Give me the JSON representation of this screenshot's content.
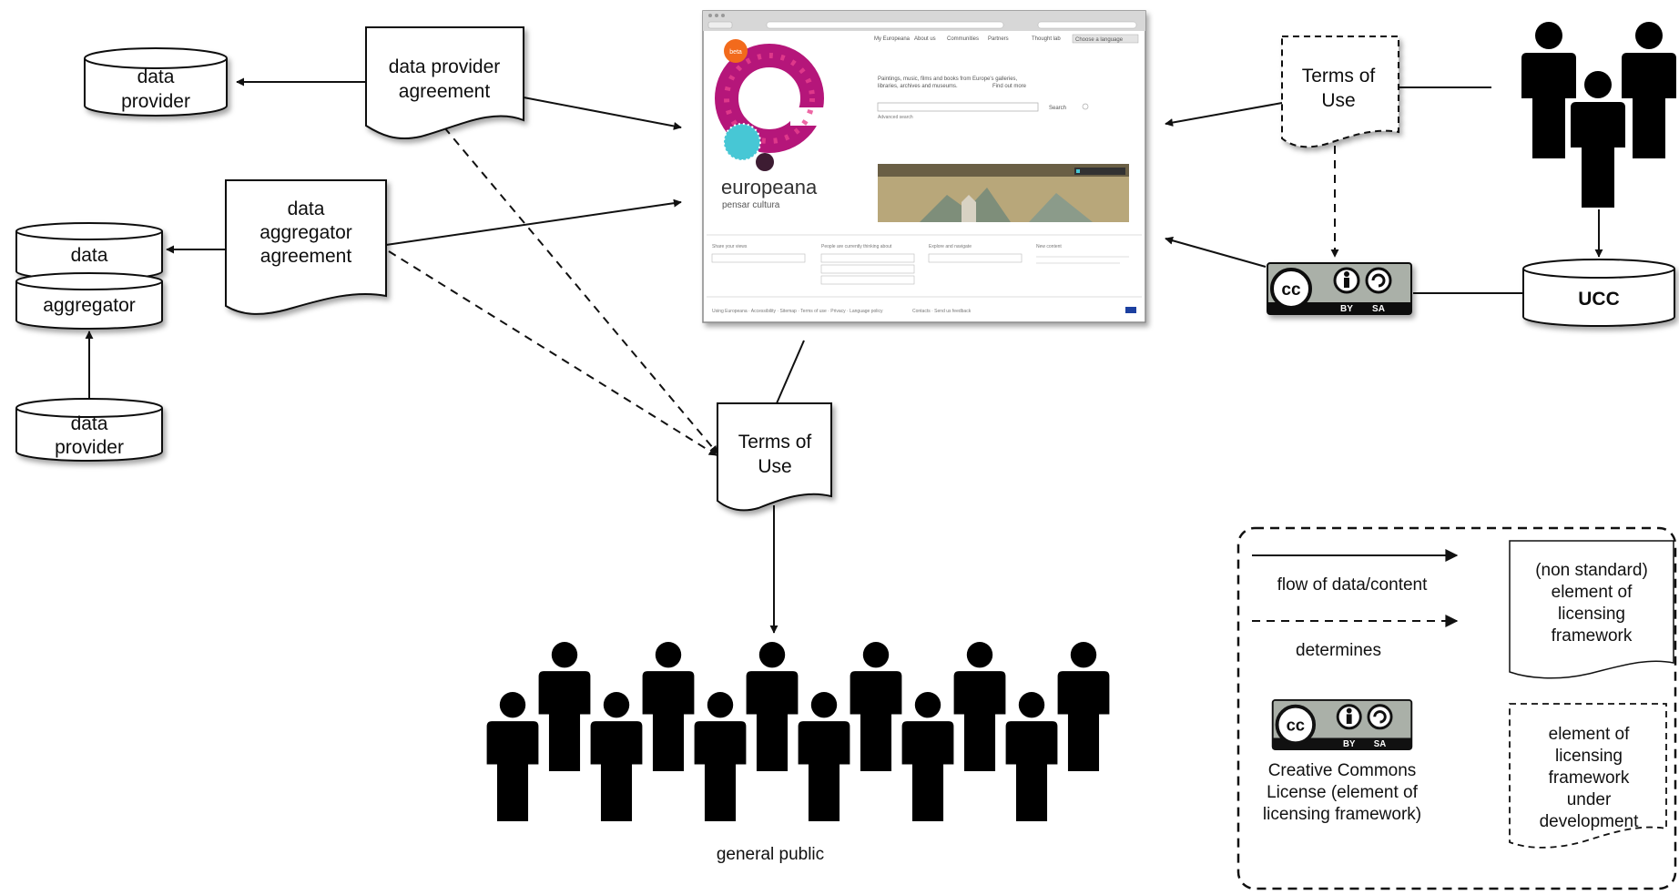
{
  "nodes": {
    "data_provider_top": [
      "data",
      "provider"
    ],
    "data_provider_agreement": [
      "data provider",
      "agreement"
    ],
    "data_aggregator_agreement": [
      "data",
      "aggregator",
      "agreement"
    ],
    "aggregator_stack": {
      "top": "data",
      "bottom": "aggregator"
    },
    "data_provider_bottom": [
      "data",
      "provider"
    ],
    "terms_of_use_center": [
      "Terms of",
      "Use"
    ],
    "terms_of_use_right": [
      "Terms of",
      "Use"
    ],
    "ucc": "UCC",
    "general_public": "general public"
  },
  "cc_badge": {
    "cc": "cc",
    "by": "BY",
    "sa": "SA"
  },
  "europeana_screenshot": {
    "logo_name": "europeana",
    "logo_tagline": "pensar cultura",
    "beta_badge": "beta",
    "nav": [
      "My Europeana",
      "About us",
      "Communities",
      "Partners",
      "Thought lab",
      "Choose a language"
    ],
    "intro": [
      "Paintings, music, films and books from Europe's galleries,",
      "libraries, archives and museums."
    ],
    "find_out_more": "Find out more",
    "search_button": "Search",
    "advanced_search": "Advanced search",
    "columns": [
      "Share your views",
      "People are currently thinking about",
      "Explore and navigate",
      "New content"
    ],
    "footer": "Using Europeana · Accessibility · Sitemap · Terms of use · Privacy · Language policy",
    "footer_link": "Contacts · Send us feedback"
  },
  "legend": {
    "flow": "flow of data/content",
    "determines": "determines",
    "cc_license": [
      "Creative Commons",
      "License (element of",
      "licensing framework)"
    ],
    "standard_element": [
      "(non standard)",
      "element of",
      "licensing",
      "framework"
    ],
    "dev_element": [
      "element of",
      "licensing",
      "framework",
      "under",
      "development"
    ]
  },
  "colors": {
    "line": "#111111",
    "logo_magenta": "#b5177a",
    "logo_pink": "#e9418f",
    "logo_cyan": "#47c7d5",
    "logo_orange": "#f26a1b",
    "logo_dark": "#3c1b33"
  }
}
